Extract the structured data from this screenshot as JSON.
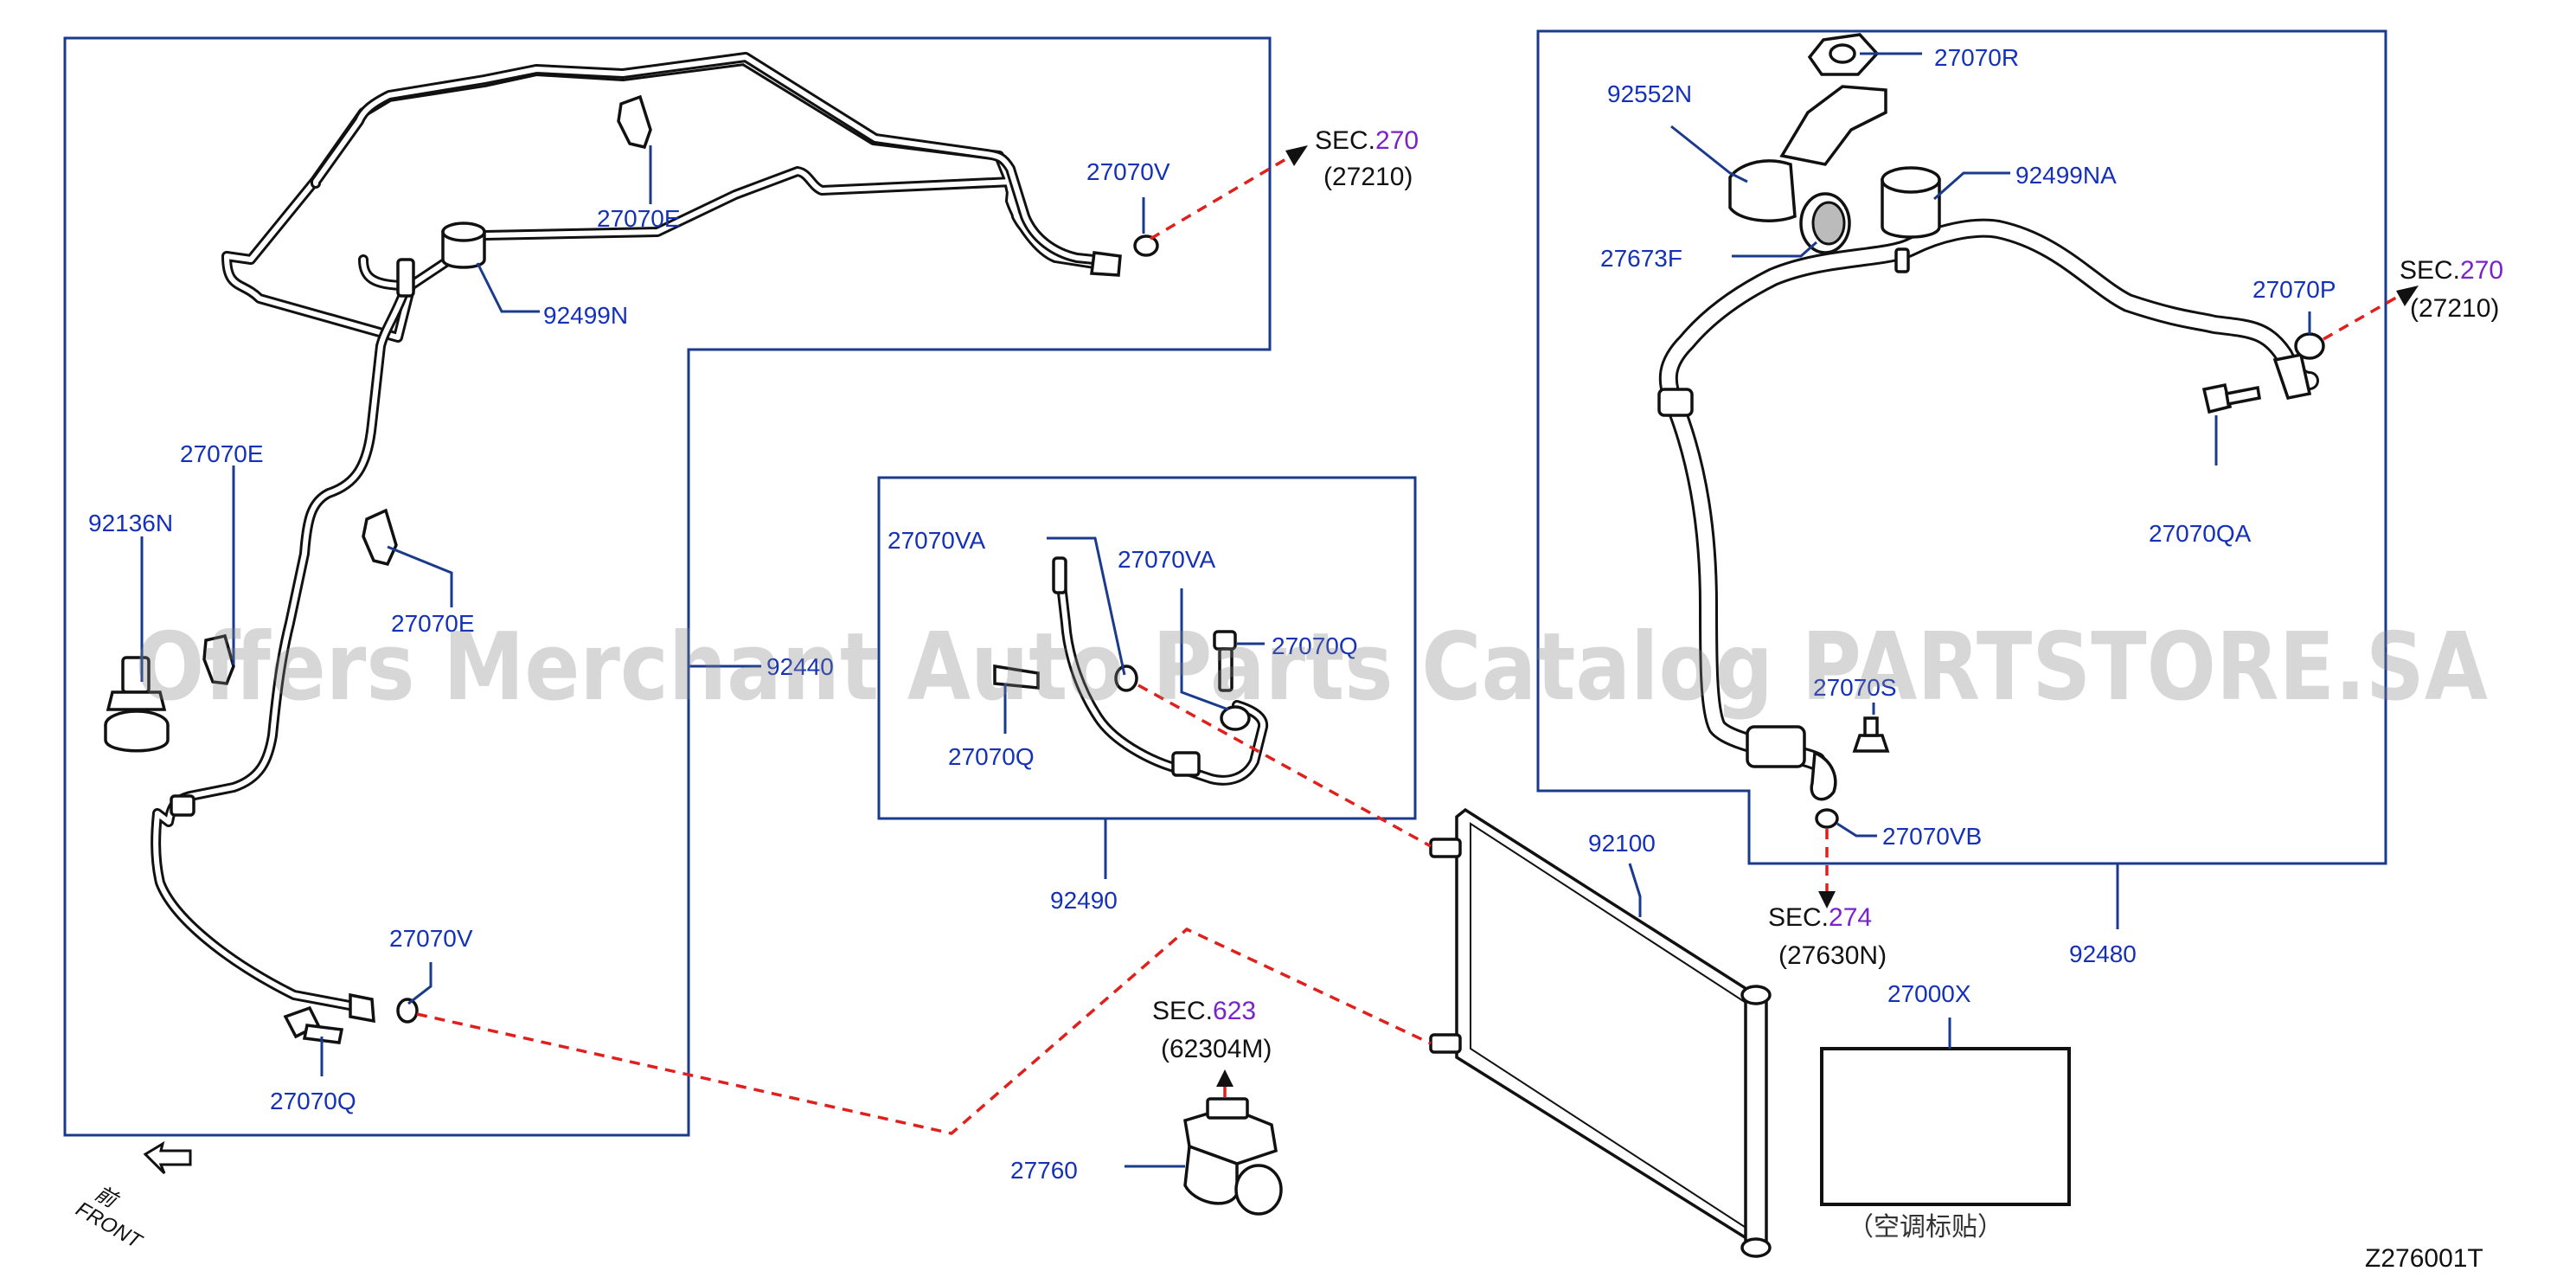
{
  "labels": {
    "l_27070V_top": "27070V",
    "l_27070E_top": "27070E",
    "l_92499N": "92499N",
    "l_27070E_left": "27070E",
    "l_92136N": "92136N",
    "l_27070E_mid": "27070E",
    "l_92440": "92440",
    "l_27070V_bot": "27070V",
    "l_27070Q_bot": "27070Q",
    "l_27070VA_a": "27070VA",
    "l_27070VA_b": "27070VA",
    "l_27070Q_mid": "27070Q",
    "l_27070Q_left": "27070Q",
    "l_92490": "92490",
    "l_27070R": "27070R",
    "l_92552N": "92552N",
    "l_92499NA": "92499NA",
    "l_27673F": "27673F",
    "l_27070P": "27070P",
    "l_27070QA": "27070QA",
    "l_27070S": "27070S",
    "l_27070VB": "27070VB",
    "l_92480": "92480",
    "l_92100": "92100",
    "l_27000X": "27000X",
    "l_27760": "27760"
  },
  "sections": {
    "s1": {
      "prefix": "SEC.",
      "num": "270",
      "code": "(27210)"
    },
    "s2": {
      "prefix": "SEC.",
      "num": "270",
      "code": "(27210)"
    },
    "s3": {
      "prefix": "SEC.",
      "num": "274",
      "code": "(27630N)"
    },
    "s4": {
      "prefix": "SEC.",
      "num": "623",
      "code": "(62304M)"
    }
  },
  "label_sticker_caption": "（空调标贴）",
  "front_cn": "前",
  "front_en": "FRONT",
  "diagram_code": "Z276001T",
  "watermark": "Offers Merchant Auto Parts Catalog PARTSTORE.SA",
  "colors": {
    "label": "#1431b8",
    "section_num": "#7a23c8",
    "dashed_line": "#e0201c",
    "frame": "#1a3a8c"
  }
}
